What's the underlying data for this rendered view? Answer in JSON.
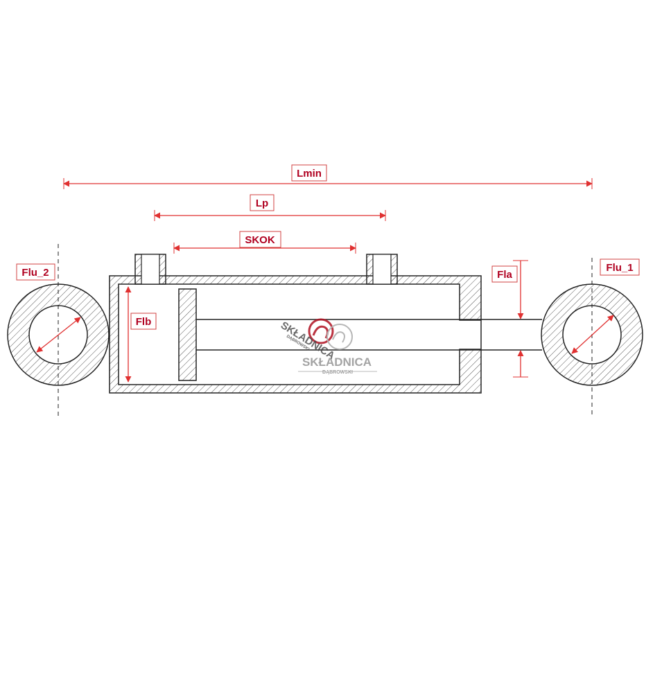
{
  "labels": {
    "lmin": "Lmin",
    "lp": "Lp",
    "skok": "SKOK",
    "fla": "Fla",
    "flb": "Flb",
    "flu1": "Flu_1",
    "flu2": "Flu_2"
  },
  "watermark": {
    "brand": "SKŁADNICA",
    "sub": "DĄBROWSKI"
  },
  "colors": {
    "dimension": "#e03030",
    "label_text": "#b00020",
    "label_border": "#d04040",
    "outline": "#222222",
    "hatch": "#555555",
    "watermark": "#b01020"
  }
}
